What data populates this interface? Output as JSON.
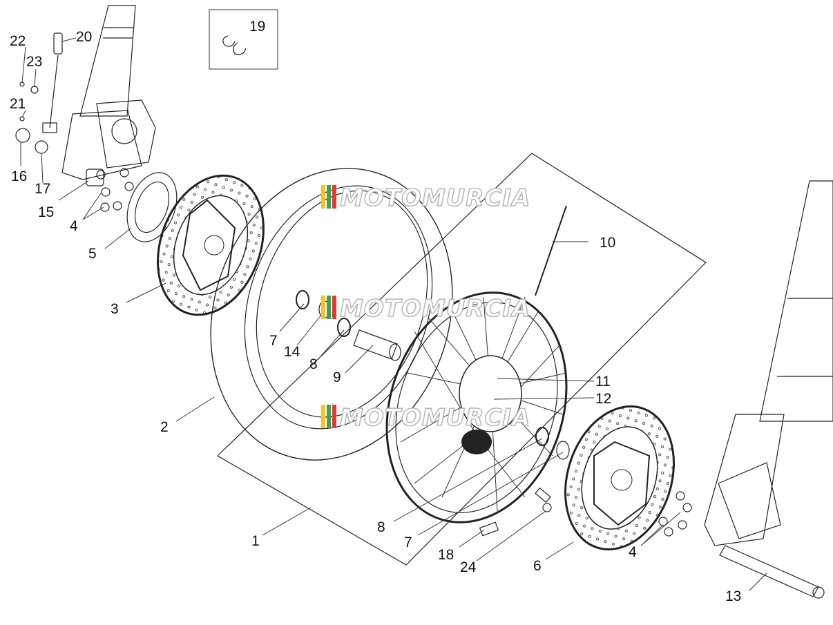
{
  "diagram": {
    "watermark_text": "MOTOMURCIA",
    "colors": {
      "line": "#222222",
      "watermark_stripe_1": "#e53935",
      "watermark_stripe_2": "#43a047",
      "watermark_stripe_3": "#fbc02d"
    },
    "callouts": [
      {
        "id": "c22",
        "label": "22"
      },
      {
        "id": "c20",
        "label": "20"
      },
      {
        "id": "c23",
        "label": "23"
      },
      {
        "id": "c21",
        "label": "21"
      },
      {
        "id": "c16",
        "label": "16"
      },
      {
        "id": "c17",
        "label": "17"
      },
      {
        "id": "c15",
        "label": "15"
      },
      {
        "id": "c4a",
        "label": "4"
      },
      {
        "id": "c5",
        "label": "5"
      },
      {
        "id": "c3",
        "label": "3"
      },
      {
        "id": "c19",
        "label": "19"
      },
      {
        "id": "c10",
        "label": "10"
      },
      {
        "id": "c7a",
        "label": "7"
      },
      {
        "id": "c14",
        "label": "14"
      },
      {
        "id": "c8a",
        "label": "8"
      },
      {
        "id": "c9",
        "label": "9"
      },
      {
        "id": "c11",
        "label": "11"
      },
      {
        "id": "c12",
        "label": "12"
      },
      {
        "id": "c2",
        "label": "2"
      },
      {
        "id": "c1",
        "label": "1"
      },
      {
        "id": "c8b",
        "label": "8"
      },
      {
        "id": "c7b",
        "label": "7"
      },
      {
        "id": "c18",
        "label": "18"
      },
      {
        "id": "c24",
        "label": "24"
      },
      {
        "id": "c6",
        "label": "6"
      },
      {
        "id": "c4b",
        "label": "4"
      },
      {
        "id": "c13",
        "label": "13"
      }
    ]
  }
}
